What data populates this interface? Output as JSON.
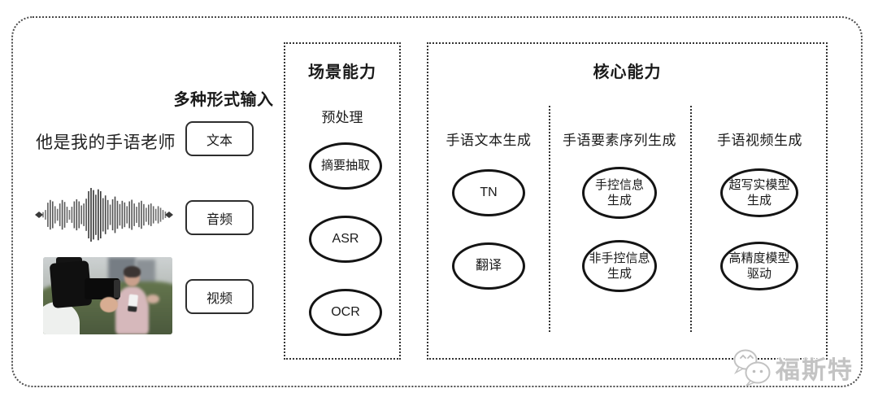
{
  "colors": {
    "ink": "#1a1a1a",
    "frame_dotted": "#4a4a4a",
    "watermark_gray": "#c3c3c3"
  },
  "input_section": {
    "heading": "多种形式输入",
    "sample_text": "他是我的手语老师",
    "types": [
      {
        "label": "文本"
      },
      {
        "label": "音频"
      },
      {
        "label": "视频"
      }
    ],
    "icons": {
      "audio": "waveform-graphic",
      "video": "video-thumbnail"
    }
  },
  "scene_box": {
    "title": "场景能力",
    "stage_label": "预处理",
    "nodes": [
      {
        "label": "摘要抽取"
      },
      {
        "label": "ASR"
      },
      {
        "label": "OCR"
      }
    ]
  },
  "core_box": {
    "title": "核心能力",
    "columns": [
      {
        "heading": "手语文本生成",
        "nodes": [
          {
            "label": "TN"
          },
          {
            "label": "翻译"
          }
        ]
      },
      {
        "heading": "手语要素序列生成",
        "nodes": [
          {
            "label": "手控信息\n生成"
          },
          {
            "label": "非手控信息\n生成"
          }
        ]
      },
      {
        "heading": "手语视频生成",
        "nodes": [
          {
            "label": "超写实模型\n生成"
          },
          {
            "label": "高精度模型\n驱动"
          }
        ]
      }
    ]
  },
  "watermark": {
    "icon": "wechat-icon",
    "label": "福斯特"
  }
}
